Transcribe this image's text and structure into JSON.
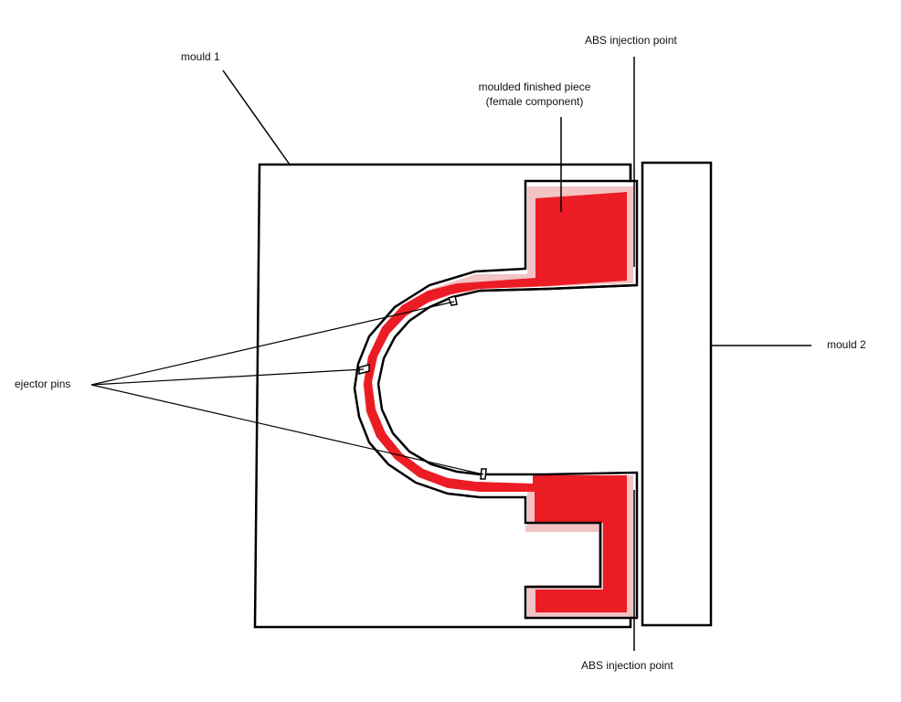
{
  "colors": {
    "outline": "#000000",
    "part_fill": "#ec1c24",
    "gap_fill": "#f2c4c4",
    "background": "#ffffff"
  },
  "labels": {
    "mould_1": "mould 1",
    "mould_2": "mould 2",
    "ejector_pins": "ejector pins",
    "abs_injection_top": "ABS injection point",
    "abs_injection_bottom": "ABS injection point",
    "finished_piece_line1": "moulded finished piece",
    "finished_piece_line2": "(female component)"
  }
}
